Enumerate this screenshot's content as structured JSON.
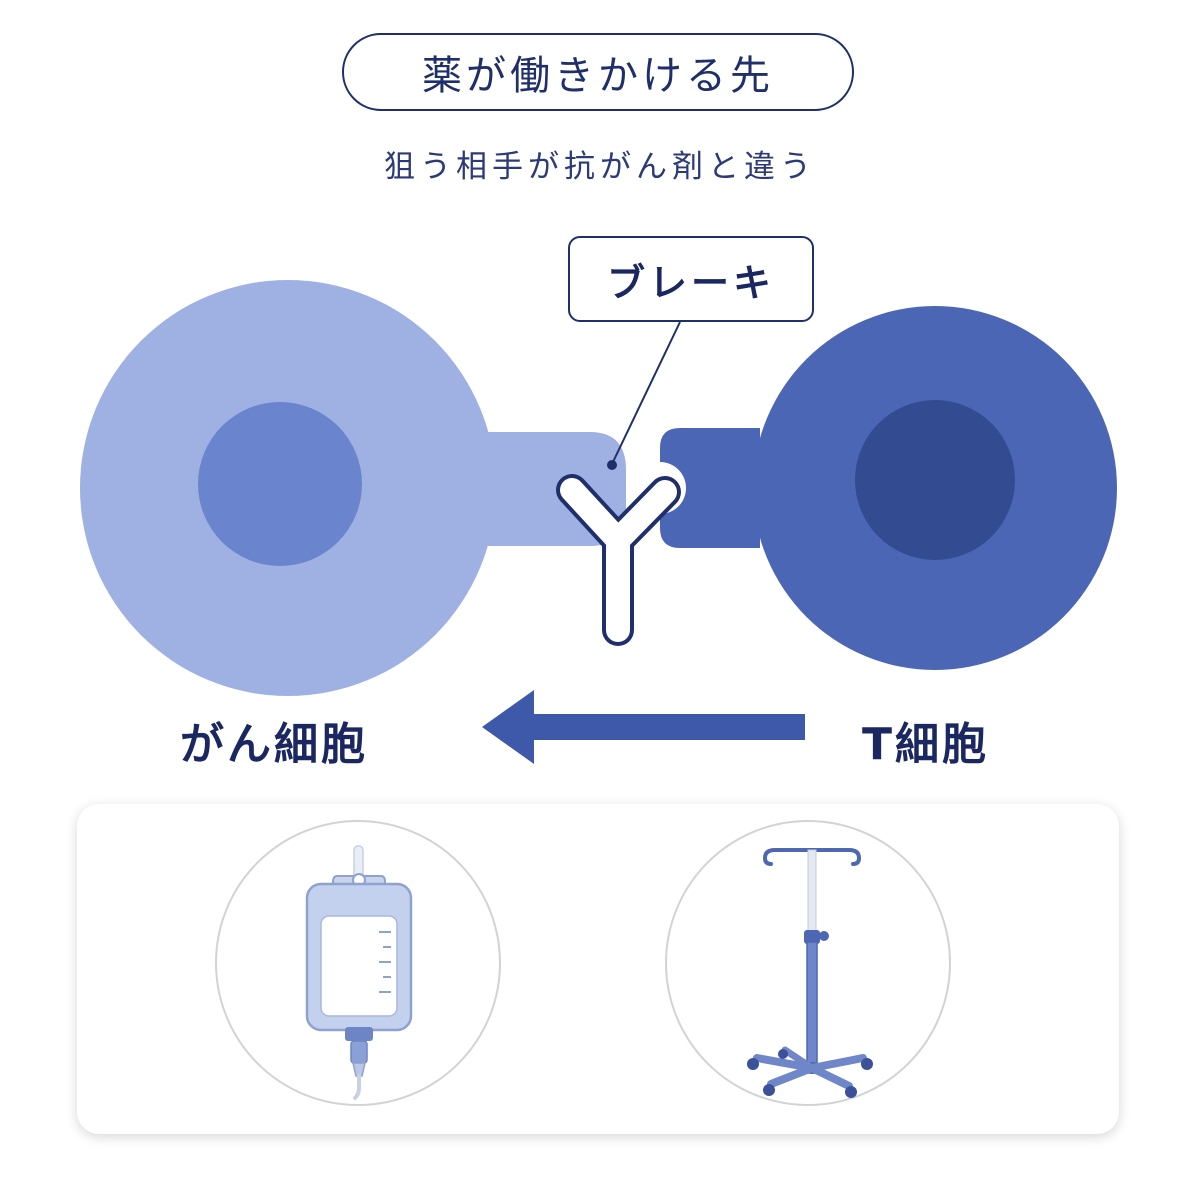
{
  "header": {
    "title": "薬が働きかける先",
    "subtitle": "狙う相手が抗がん剤と違う"
  },
  "diagram": {
    "callout_label": "ブレーキ",
    "cancer_cell_label": "がん細胞",
    "t_cell_label": "T細胞",
    "arrow_direction": "T細胞 → がん細胞"
  },
  "icons": {
    "left": "iv-bag-icon",
    "right": "iv-stand-icon"
  },
  "colors": {
    "navy_text": "#1b2761",
    "cancer_cell": "#9fb0e3",
    "cancer_nucleus": "#6a84ce",
    "t_cell": "#4b66b5",
    "t_cell_nucleus": "#334b91",
    "arrow": "#3e58aa"
  }
}
